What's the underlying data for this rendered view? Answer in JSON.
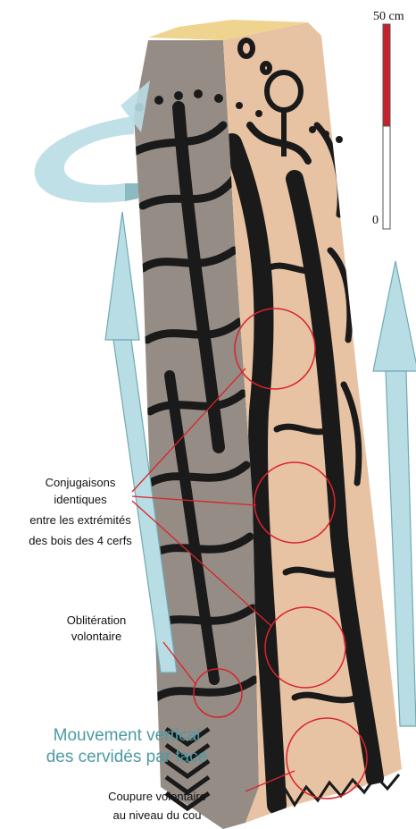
{
  "scale": {
    "top_label": "50 cm",
    "bottom_label": "0"
  },
  "annotations": {
    "conjugaisons": [
      "Conjugaisons",
      "identiques",
      "entre les extrémités",
      "des bois des 4 cerfs"
    ],
    "obliteration": [
      "Oblitération",
      "volontaire"
    ],
    "mouvement": [
      "Mouvement vertical",
      "des cervidés par face"
    ],
    "coupure": [
      "Coupure volontaire",
      "au niveau du cou"
    ]
  },
  "colors": {
    "face_light": "#e8c3a3",
    "face_dark": "#958c85",
    "top": "#efd48f",
    "motif": "#1a1a1a",
    "arrow": "#b9dde4",
    "arrow_stroke": "#6fa9b3",
    "highlight": "#d9232d",
    "scale_red": "#c8202c"
  }
}
